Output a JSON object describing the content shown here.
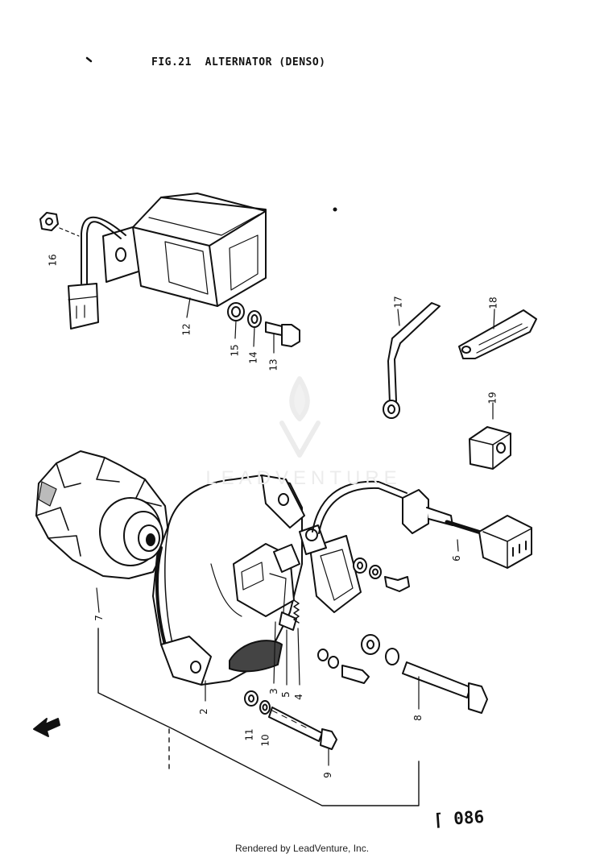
{
  "title": {
    "fig": "FIG.21",
    "name": "ALTERNATOR (DENSO)"
  },
  "callouts": {
    "c2": "2",
    "c3": "3",
    "c4": "4",
    "c5": "5",
    "c6": "6",
    "c7": "7",
    "c8": "8",
    "c9": "9",
    "c10": "10",
    "c11": "11",
    "c12": "12",
    "c13": "13",
    "c14": "14",
    "c15": "15",
    "c16": "16",
    "c17": "17",
    "c18": "18",
    "c19": "19"
  },
  "page_code": "086",
  "watermark": "LEADVENTURE",
  "footer": "Rendered by LeadVenture, Inc."
}
